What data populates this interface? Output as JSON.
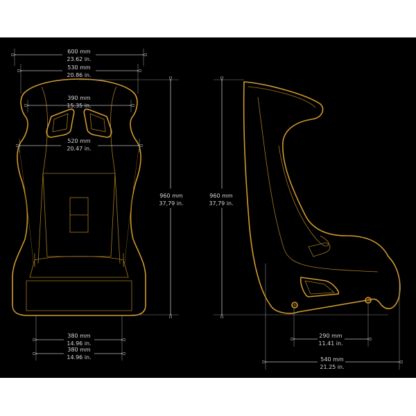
{
  "front_view": {
    "overall_width": {
      "mm": "600 mm",
      "in": "23.62 in."
    },
    "shoulder_width": {
      "mm": "530 mm",
      "in": "20.86 in."
    },
    "harness_slot_width": {
      "mm": "390 mm",
      "in": "15.35 in."
    },
    "mid_width": {
      "mm": "520 mm",
      "in": "20.47 in."
    },
    "height": {
      "mm": "960 mm",
      "in": "37,79 in."
    },
    "base_width_1": {
      "mm": "380 mm",
      "in": "14.96 in."
    },
    "base_width_2": {
      "mm": "380 mm",
      "in": "14.96 in."
    }
  },
  "side_view": {
    "height": {
      "mm": "960 mm",
      "in": "37,79 in."
    },
    "mount_spacing": {
      "mm": "290 mm",
      "in": "11.41 in."
    },
    "overall_depth": {
      "mm": "540 mm",
      "in": "21.25 in."
    }
  },
  "colors": {
    "outline": "#d19a2e",
    "dimension": "#bdbdbd",
    "background": "#000000"
  }
}
